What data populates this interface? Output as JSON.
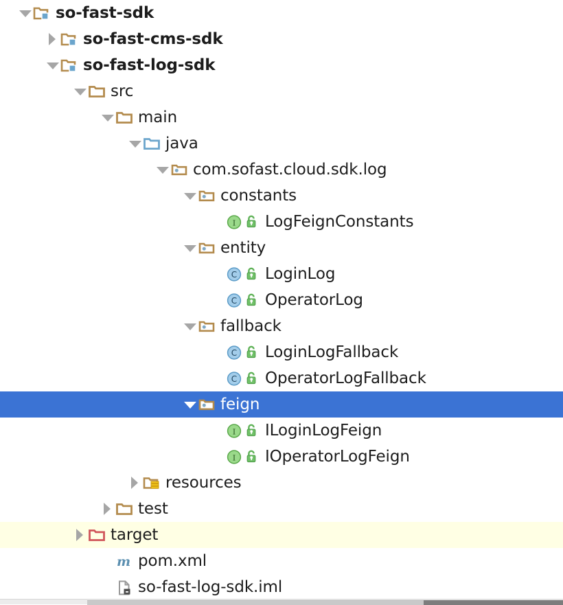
{
  "panel": {
    "title": "Project tool window",
    "selection_color": "#3b73d4",
    "excluded_color": "#ffffe4",
    "text_color": "#1c1c1c",
    "selected_text_color": "#ffffff"
  },
  "tree": {
    "rows": [
      {
        "label": "so-fast-sdk",
        "depth": 0,
        "arrow": "down",
        "icon": "module-folder-icon",
        "bold": true,
        "selected": false,
        "excluded": false,
        "badge": null
      },
      {
        "label": "so-fast-cms-sdk",
        "depth": 1,
        "arrow": "right",
        "icon": "module-folder-icon",
        "bold": true,
        "selected": false,
        "excluded": false,
        "badge": null
      },
      {
        "label": "so-fast-log-sdk",
        "depth": 1,
        "arrow": "down",
        "icon": "module-folder-icon",
        "bold": true,
        "selected": false,
        "excluded": false,
        "badge": null
      },
      {
        "label": "src",
        "depth": 2,
        "arrow": "down",
        "icon": "folder-icon",
        "bold": false,
        "selected": false,
        "excluded": false,
        "badge": null
      },
      {
        "label": "main",
        "depth": 3,
        "arrow": "down",
        "icon": "folder-icon",
        "bold": false,
        "selected": false,
        "excluded": false,
        "badge": null
      },
      {
        "label": "java",
        "depth": 4,
        "arrow": "down",
        "icon": "source-root-folder-icon",
        "bold": false,
        "selected": false,
        "excluded": false,
        "badge": null
      },
      {
        "label": "com.sofast.cloud.sdk.log",
        "depth": 5,
        "arrow": "down",
        "icon": "package-folder-icon",
        "bold": false,
        "selected": false,
        "excluded": false,
        "badge": null
      },
      {
        "label": "constants",
        "depth": 6,
        "arrow": "down",
        "icon": "package-folder-icon",
        "bold": false,
        "selected": false,
        "excluded": false,
        "badge": null
      },
      {
        "label": "LogFeignConstants",
        "depth": 7,
        "arrow": "none",
        "icon": "interface-icon",
        "bold": false,
        "selected": false,
        "excluded": false,
        "badge": "public-unlock-icon"
      },
      {
        "label": "entity",
        "depth": 6,
        "arrow": "down",
        "icon": "package-folder-icon",
        "bold": false,
        "selected": false,
        "excluded": false,
        "badge": null
      },
      {
        "label": "LoginLog",
        "depth": 7,
        "arrow": "none",
        "icon": "class-icon",
        "bold": false,
        "selected": false,
        "excluded": false,
        "badge": "public-unlock-icon"
      },
      {
        "label": "OperatorLog",
        "depth": 7,
        "arrow": "none",
        "icon": "class-icon",
        "bold": false,
        "selected": false,
        "excluded": false,
        "badge": "public-unlock-icon"
      },
      {
        "label": "fallback",
        "depth": 6,
        "arrow": "down",
        "icon": "package-folder-icon",
        "bold": false,
        "selected": false,
        "excluded": false,
        "badge": null
      },
      {
        "label": "LoginLogFallback",
        "depth": 7,
        "arrow": "none",
        "icon": "class-icon",
        "bold": false,
        "selected": false,
        "excluded": false,
        "badge": "public-unlock-icon"
      },
      {
        "label": "OperatorLogFallback",
        "depth": 7,
        "arrow": "none",
        "icon": "class-icon",
        "bold": false,
        "selected": false,
        "excluded": false,
        "badge": "public-unlock-icon"
      },
      {
        "label": "feign",
        "depth": 6,
        "arrow": "down",
        "icon": "package-folder-icon",
        "bold": false,
        "selected": true,
        "excluded": false,
        "badge": null
      },
      {
        "label": "ILoginLogFeign",
        "depth": 7,
        "arrow": "none",
        "icon": "interface-icon",
        "bold": false,
        "selected": false,
        "excluded": false,
        "badge": "public-unlock-icon"
      },
      {
        "label": "IOperatorLogFeign",
        "depth": 7,
        "arrow": "none",
        "icon": "interface-icon",
        "bold": false,
        "selected": false,
        "excluded": false,
        "badge": "public-unlock-icon"
      },
      {
        "label": "resources",
        "depth": 4,
        "arrow": "right",
        "icon": "resource-root-folder-icon",
        "bold": false,
        "selected": false,
        "excluded": false,
        "badge": null
      },
      {
        "label": "test",
        "depth": 3,
        "arrow": "right",
        "icon": "folder-icon",
        "bold": false,
        "selected": false,
        "excluded": false,
        "badge": null
      },
      {
        "label": "target",
        "depth": 2,
        "arrow": "right",
        "icon": "excluded-folder-icon",
        "bold": false,
        "selected": false,
        "excluded": true,
        "badge": null
      },
      {
        "label": "pom.xml",
        "depth": 3,
        "arrow": "none",
        "icon": "maven-pom-icon",
        "bold": false,
        "selected": false,
        "excluded": false,
        "badge": null
      },
      {
        "label": "so-fast-log-sdk.iml",
        "depth": 3,
        "arrow": "none",
        "icon": "iml-module-file-icon",
        "bold": false,
        "selected": false,
        "excluded": false,
        "badge": null
      }
    ]
  },
  "scrollbar": {
    "orientation": "horizontal",
    "name": "horizontal-scrollbar"
  }
}
